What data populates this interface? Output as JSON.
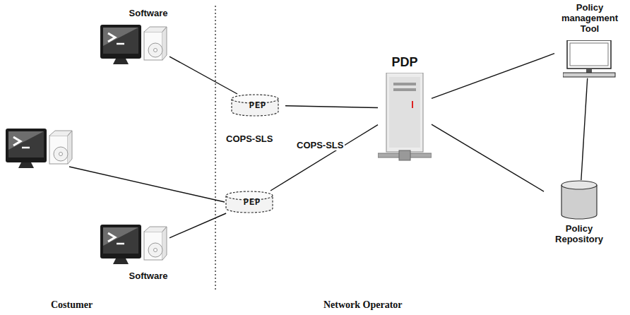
{
  "diagram": {
    "nodes": [
      {
        "text": [
          "Software"
        ]
      },
      {
        "text": [
          "PEP"
        ]
      },
      {
        "text": [
          "PDP"
        ]
      },
      {
        "text": [
          "Policy management Tool"
        ]
      },
      {
        "text": [
          "PEP"
        ]
      },
      {
        "text": [
          "Policy Repository"
        ]
      },
      {
        "text": [
          "Software"
        ]
      }
    ],
    "edges": [
      {
        "from": 0,
        "to": 1,
        "arrow": "none"
      },
      {
        "from": 1,
        "to": 2,
        "arrow": "none"
      },
      {
        "from": 4,
        "to": 2,
        "arrow": "none"
      },
      {
        "from": 6,
        "to": 4,
        "arrow": "none"
      },
      {
        "from": 2,
        "to": 3,
        "arrow": "none"
      },
      {
        "from": 2,
        "to": 5,
        "arrow": "none"
      },
      {
        "from": 3,
        "to": 5,
        "arrow": "none"
      }
    ],
    "labels": [
      "COPS-SLS",
      "COPS-SLS",
      "Costumer",
      "Network Operator"
    ]
  }
}
